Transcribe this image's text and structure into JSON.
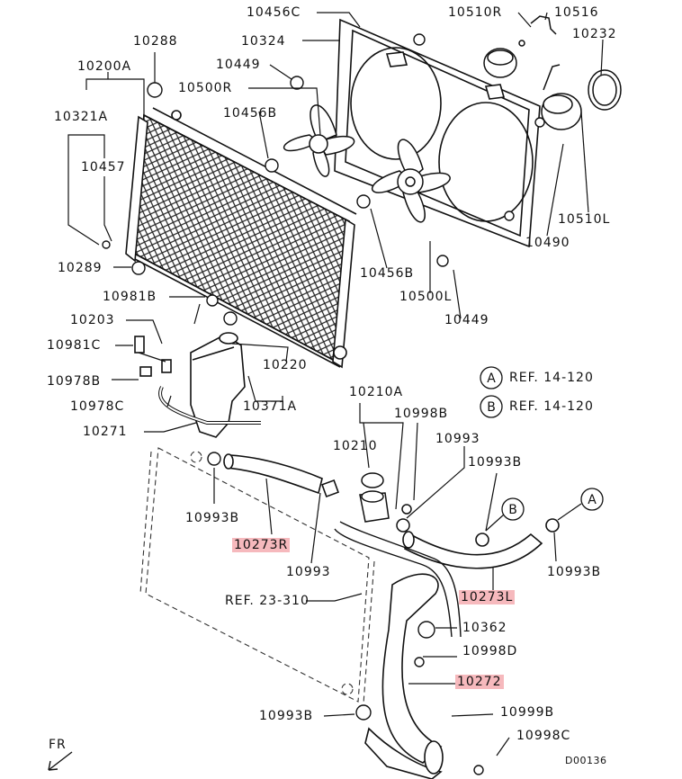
{
  "parts": {
    "p10456C": "10456C",
    "p10510R": "10510R",
    "p10516": "10516",
    "p10288": "10288",
    "p10324": "10324",
    "p10232": "10232",
    "p10200A": "10200A",
    "p10449_top": "10449",
    "p10500R": "10500R",
    "p10321A": "10321A",
    "p10456B_top": "10456B",
    "p10457": "10457",
    "p10510L": "10510L",
    "p10490": "10490",
    "p10289": "10289",
    "p10456B_bottom": "10456B",
    "p10500L": "10500L",
    "p10981B": "10981B",
    "p10449_bottom": "10449",
    "p10203": "10203",
    "p10981C": "10981C",
    "p10220": "10220",
    "p10978B": "10978B",
    "p10978C": "10978C",
    "p10371A": "10371A",
    "p10210A": "10210A",
    "p10998B": "10998B",
    "p10271": "10271",
    "p10210": "10210",
    "p10993_right": "10993",
    "p10993B_right_top": "10993B",
    "p10993B_left": "10993B",
    "p10273R": "10273R",
    "p10993_mid": "10993",
    "p10993B_right": "10993B",
    "ref23": "REF. 23-310",
    "p10273L": "10273L",
    "p10362": "10362",
    "p10998D": "10998D",
    "p10272": "10272",
    "p10993B_bottom": "10993B",
    "p10999B": "10999B",
    "p10998C": "10998C"
  },
  "refs": {
    "a_letter": "A",
    "a_text": "REF. 14-120",
    "b_letter": "B",
    "b_text": "REF. 14-120"
  },
  "callouts": {
    "a": "A",
    "b": "B"
  },
  "footer": {
    "fr": "FR",
    "code": "D00136"
  },
  "colors": {
    "highlight": "#f6b9bd",
    "line": "#111111"
  }
}
